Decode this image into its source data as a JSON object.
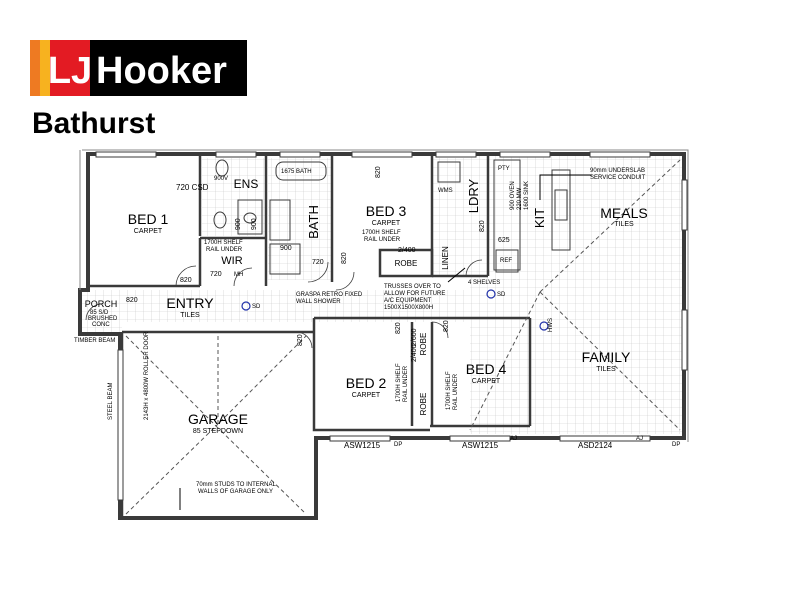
{
  "brand": {
    "logo_initials": "LJ",
    "logo_name": "Hooker",
    "office": "Bathurst",
    "colors": {
      "red": "#e31b23",
      "black": "#000000",
      "yellow": "#f7b21f",
      "orange": "#ee7a22",
      "white": "#ffffff"
    }
  },
  "plan": {
    "rooms": [
      {
        "id": "bed1",
        "name": "BED 1",
        "finish": "CARPET"
      },
      {
        "id": "ens",
        "name": "ENS"
      },
      {
        "id": "wir",
        "name": "WIR"
      },
      {
        "id": "bath",
        "name": "BATH"
      },
      {
        "id": "bed3",
        "name": "BED 3",
        "finish": "CARPET"
      },
      {
        "id": "ldry",
        "name": "LDRY"
      },
      {
        "id": "kit",
        "name": "KIT"
      },
      {
        "id": "meals",
        "name": "MEALS",
        "finish": "TILES"
      },
      {
        "id": "porch",
        "name": "PORCH"
      },
      {
        "id": "entry",
        "name": "ENTRY",
        "finish": "TILES"
      },
      {
        "id": "garage",
        "name": "GARAGE",
        "finish": "85 STEPDOWN"
      },
      {
        "id": "bed2",
        "name": "BED 2",
        "finish": "CARPET"
      },
      {
        "id": "bed4",
        "name": "BED 4",
        "finish": "CARPET"
      },
      {
        "id": "family",
        "name": "FAMILY",
        "finish": "TILES"
      },
      {
        "id": "robe3",
        "name": "ROBE"
      },
      {
        "id": "robe2",
        "name": "ROBE"
      },
      {
        "id": "robe4",
        "name": "ROBE"
      },
      {
        "id": "linen",
        "name": "LINEN"
      }
    ],
    "annotations": {
      "csd720": "720 CSD",
      "bath1675": "1675 BATH",
      "shelf_wir": [
        "1700H SHELF",
        "RAIL UNDER"
      ],
      "shelf_bed3": [
        "1700H SHELF",
        "RAIL UNDER"
      ],
      "shelf_bed2": [
        "1700H SHELF",
        "RAIL UNDER"
      ],
      "shelf_bed4": [
        "1700H SHELF",
        "RAIL UNDER"
      ],
      "shower": [
        "GRASPA RETRO FIXED",
        "WALL SHOWER"
      ],
      "trusses": [
        "TRUSSES OVER TO",
        "ALLOW FOR FUTURE",
        "A/C EQUIPMENT",
        "1500X1500X800H"
      ],
      "shelves4": "4 SHELVES",
      "underslab": [
        "90mm UNDERSLAB",
        "SERVICE CONDUIT"
      ],
      "wms": "WMS",
      "pty": "PTY",
      "ref": "REF",
      "porch_note": [
        "85 S/D",
        "BRUSHED",
        "CONC"
      ],
      "timber_beam": "TIMBER BEAM",
      "roller_door": "2143H x 4800W ROLLER DOOR",
      "steel_beam": "STEEL BEAM",
      "studs": [
        "70mm STUDS TO INTERNAL",
        "WALLS OF GARAGE ONLY"
      ],
      "sd": "SD",
      "dp": "DP",
      "aj": "AJ",
      "hws": "HWS",
      "mh": "MH",
      "v900": "900V",
      "kit_note": [
        "900 OVEN",
        "220 MW",
        "1600 SINK"
      ],
      "windows": {
        "w1": "ASW1215",
        "w2": "ASW1215",
        "w3": "ASD2124"
      },
      "doors": {
        "d820a": "820",
        "d820b": "820",
        "d820c": "820",
        "d820d": "820",
        "d820e": "820",
        "d820f": "820",
        "d820g": "820",
        "d820h": "820",
        "d720a": "720",
        "d720b": "720",
        "d625": "625",
        "d900a": "900",
        "d900b": "900",
        "d900c": "900",
        "d2400a": "2/400",
        "d2400b": "2/400",
        "d2400c": "2/600"
      }
    }
  }
}
